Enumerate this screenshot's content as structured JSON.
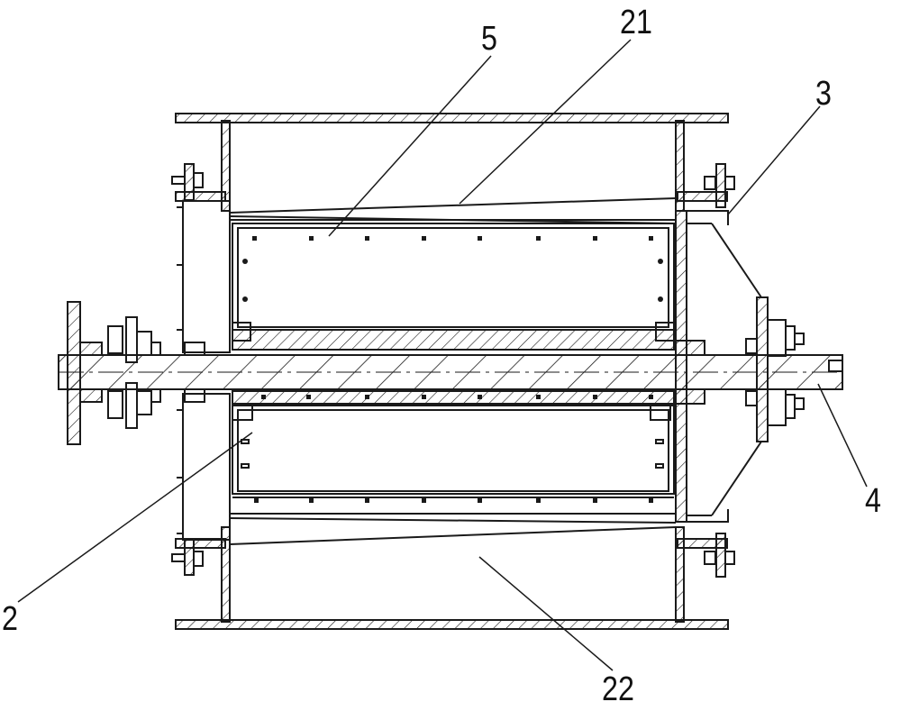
{
  "labels": {
    "part_5": "5",
    "part_21": "21",
    "part_3": "3",
    "part_4": "4",
    "part_2": "2",
    "part_22": "22"
  },
  "colors": {
    "line": "#1a1a1a",
    "background": "#ffffff"
  }
}
